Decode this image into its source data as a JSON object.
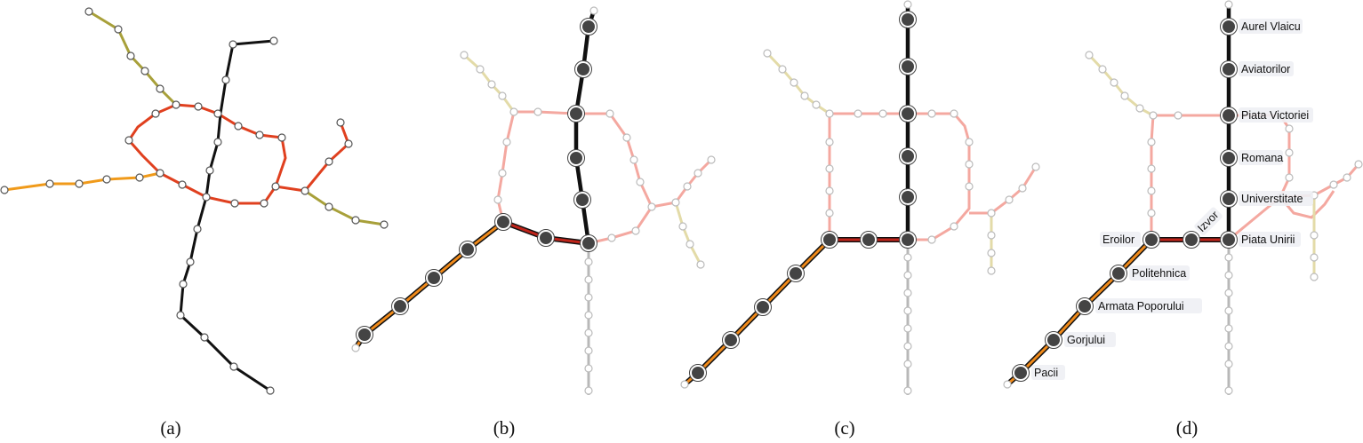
{
  "figure": {
    "panels": [
      {
        "id": "a",
        "caption": "(a)"
      },
      {
        "id": "b",
        "caption": "(b)"
      },
      {
        "id": "c",
        "caption": "(c)"
      },
      {
        "id": "d",
        "caption": "(d)"
      }
    ]
  },
  "station_labels": [
    "Aurel Vlaicu",
    "Aviatorilor",
    "Piata Victoriei",
    "Romana",
    "Universtitate",
    "Piata Unirii",
    "Izvor",
    "Eroilor",
    "Politehnica",
    "Armata Poporului",
    "Gorjului",
    "Pacii"
  ],
  "colors": {
    "black_line": "#111111",
    "red_line": "#e0401f",
    "red_highlight": "#c0241a",
    "orange_line": "#f08a1a",
    "olive_line": "#a8a03a",
    "faded_red": "#f4a8a0",
    "faded_olive": "#e3dba8",
    "faded_gray": "#b8b8b8",
    "station_dark": "#444444",
    "station_light": "#ffffff"
  }
}
